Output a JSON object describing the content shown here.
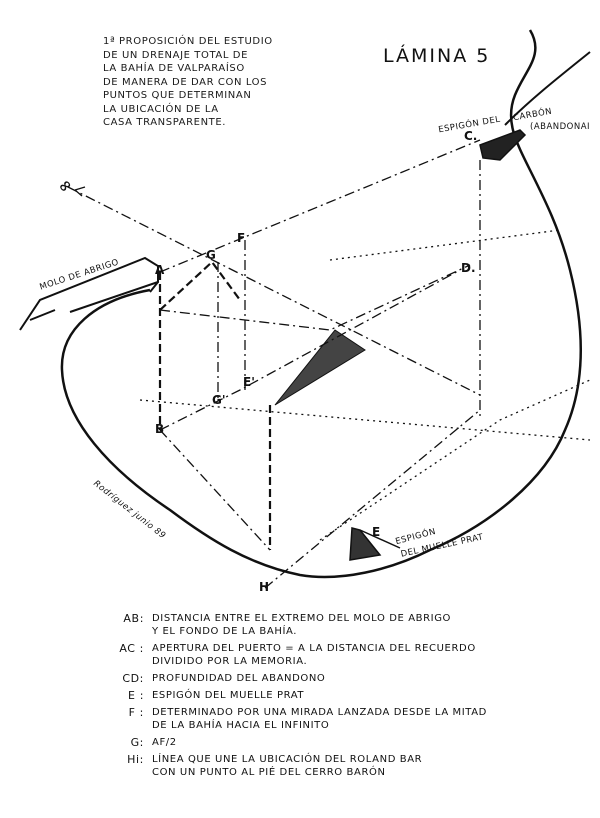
{
  "title_lines": [
    "1ª PROPOSICIÓN DEL ESTUDIO",
    "DE UN DRENAJE TOTAL DE",
    "LA BAHÍA DE VALPARAÍSO",
    "DE MANERA DE DAR CON LOS",
    "PUNTOS QUE DETERMINAN",
    "LA UBICACIÓN DE LA",
    "CASA TRANSPARENTE."
  ],
  "sheet_label": "LÁMINA 5",
  "labels": {
    "infinity": "∞",
    "molo": "MOLO DE ABRIGO",
    "espigon_carbon_1": "ESPIGÓN DEL",
    "espigon_carbon_2": "CARBÓN",
    "espigon_carbon_3": "(ABANDONAI",
    "espigon_prat_1": "ESPIGÓN",
    "espigon_prat_2": "DEL MUELLE PRAT",
    "signature": "Rodríguez junio 89",
    "A": "A",
    "B": "B",
    "C": "C.",
    "D": "D.",
    "E": "E",
    "E_prime": "E'",
    "F": "F",
    "G": "G",
    "G_prime": "G'",
    "H": "H"
  },
  "legend": [
    {
      "key": "AB:",
      "lines": [
        "DISTANCIA ENTRE EL EXTREMO DEL MOLO DE ABRIGO",
        "Y EL FONDO DE LA BAHÍA."
      ]
    },
    {
      "key": "AC :",
      "lines": [
        "APERTURA DEL PUERTO = A LA DISTANCIA DEL RECUERDO",
        "DIVIDIDO POR LA MEMORIA."
      ]
    },
    {
      "key": "CD:",
      "lines": [
        "PROFUNDIDAD DEL ABANDONO"
      ]
    },
    {
      "key": "E :",
      "lines": [
        "ESPIGÓN DEL MUELLE PRAT"
      ]
    },
    {
      "key": "F :",
      "lines": [
        "DETERMINADO POR UNA MIRADA LANZADA DESDE LA MITAD",
        "DE LA BAHÍA HACIA EL INFINITO"
      ]
    },
    {
      "key": "G:",
      "lines": [
        "AF/2"
      ]
    },
    {
      "key": "Hi:",
      "lines": [
        "LÍNEA QUE UNE LA UBICACIÓN DEL ROLAND BAR",
        "CON UN PUNTO AL PIÉ DEL CERRO BARÓN"
      ]
    }
  ]
}
